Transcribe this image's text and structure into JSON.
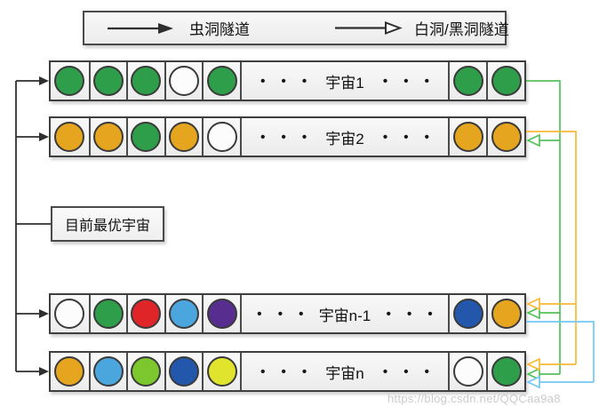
{
  "legend": {
    "wormhole": {
      "label": "虫洞隧道",
      "icon": "solid-arrow-icon"
    },
    "whitehole": {
      "label": "白洞/黑洞隧道",
      "icon": "hollow-arrow-icon"
    }
  },
  "best_universe_box": {
    "label": "目前最优宇宙"
  },
  "dots": "• • •",
  "universes": [
    {
      "name": "宇宙1",
      "left_cells": [
        "green",
        "green",
        "green",
        "white",
        "green"
      ],
      "right_cells": [
        "green",
        "green"
      ]
    },
    {
      "name": "宇宙2",
      "left_cells": [
        "orange",
        "orange",
        "green",
        "orange",
        "white"
      ],
      "right_cells": [
        "orange",
        "orange"
      ]
    },
    {
      "name": "宇宙n-1",
      "left_cells": [
        "white",
        "green",
        "red",
        "lightblue",
        "purple"
      ],
      "right_cells": [
        "darkblue",
        "orange"
      ]
    },
    {
      "name": "宇宙n",
      "left_cells": [
        "orange",
        "lightblue",
        "yellowgreen",
        "darkblue",
        "yellow"
      ],
      "right_cells": [
        "white",
        "green"
      ]
    }
  ],
  "palette": {
    "green": "#2E9E4A",
    "orange": "#E6A51F",
    "white": "#FCFCFC",
    "red": "#E02528",
    "lightblue": "#4BA6DE",
    "purple": "#582D90",
    "darkblue": "#2357AC",
    "yellowgreen": "#7CC72E",
    "yellow": "#E0E42C",
    "line_green": "#55C159",
    "line_orange": "#F8BA35",
    "line_blue": "#74C7F2",
    "line_dark": "#2f2f2f"
  },
  "watermark": "https://blog.csdn.net/QQCaa9a8"
}
